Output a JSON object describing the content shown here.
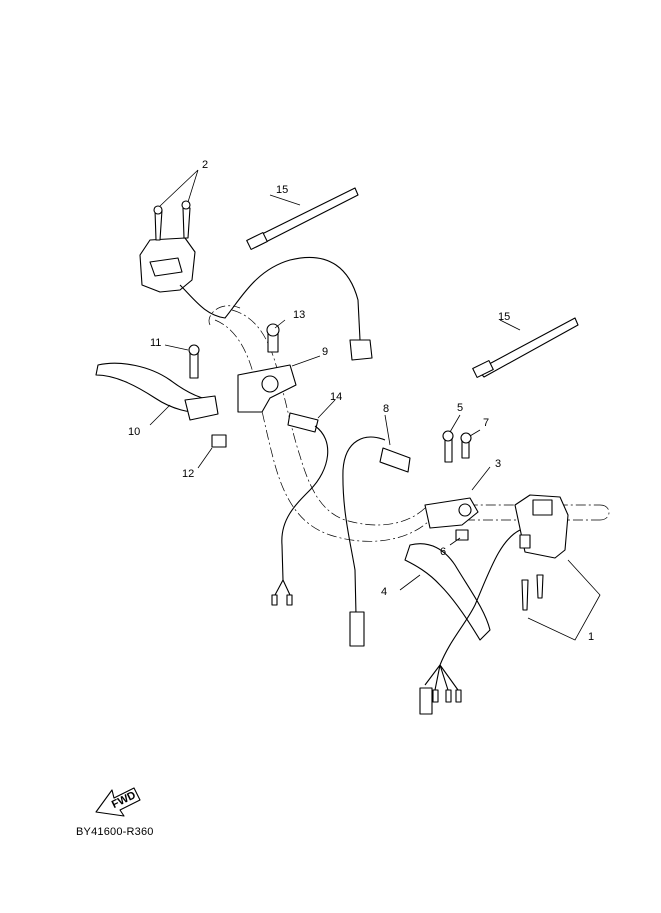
{
  "diagram": {
    "part_numbers": [
      "1",
      "2",
      "3",
      "4",
      "5",
      "6",
      "7",
      "8",
      "9",
      "10",
      "11",
      "12",
      "13",
      "14",
      "15",
      "15"
    ],
    "fwd_label": "FWD",
    "reference_code": "BY41600-R360"
  },
  "colors": {
    "line": "#000000",
    "background": "#ffffff"
  }
}
